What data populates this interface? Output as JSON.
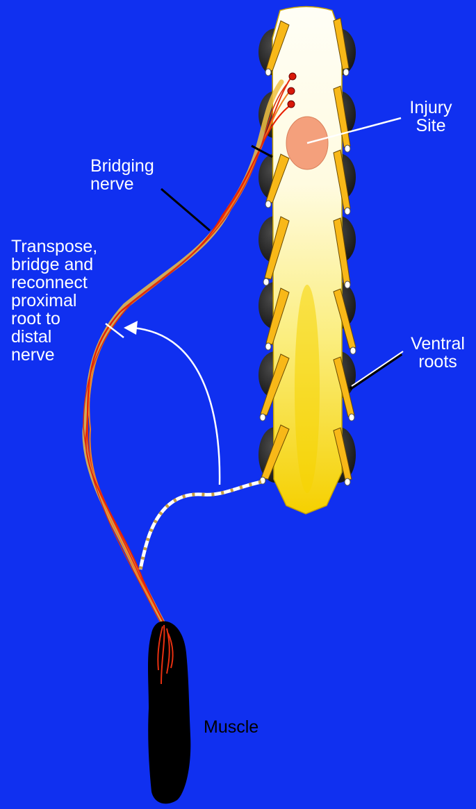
{
  "labels": {
    "injury": [
      "Injury",
      "Site"
    ],
    "bridging": [
      "Bridging",
      "nerve"
    ],
    "transpose": [
      "Transpose,",
      "bridge and",
      "reconnect",
      "proximal",
      "root to",
      "distal",
      "nerve"
    ],
    "ventral": [
      "Ventral",
      "roots"
    ],
    "muscle": "Muscle"
  },
  "colors": {
    "background": "#1030f0",
    "cord_fill_top": "#fffdf2",
    "cord_fill_bottom": "#f8d800",
    "injury_site": "#f4a07c",
    "root_orange": "#f8b818",
    "root_shadow": "#2a2a2a",
    "nerve_red": "#e83010",
    "nerve_orange": "#f0a020",
    "distal_nerve_dots": "#c8a040",
    "muscle": "#000000"
  }
}
